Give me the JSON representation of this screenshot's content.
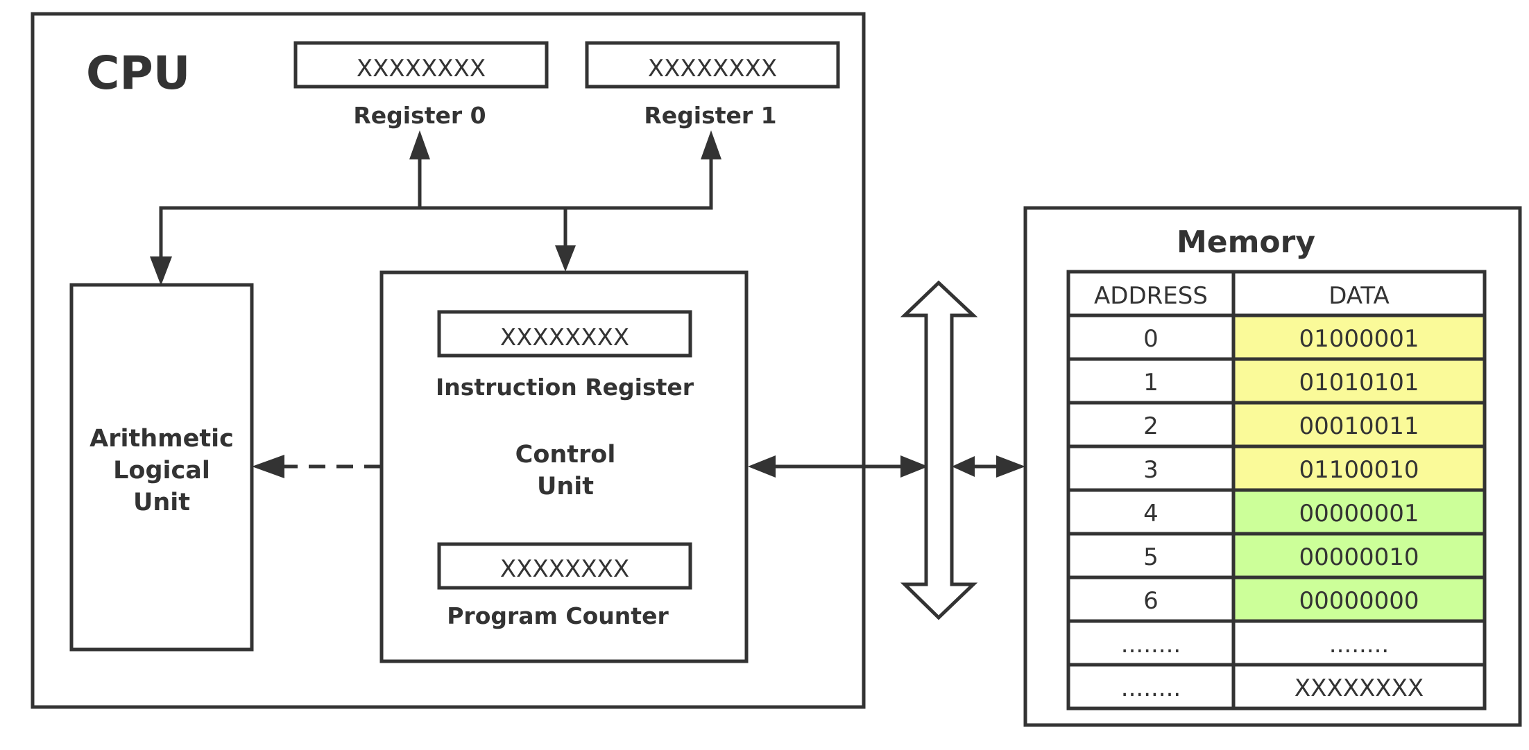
{
  "cpu": {
    "title": "CPU",
    "registers": [
      {
        "value": "XXXXXXXX",
        "label": "Register 0"
      },
      {
        "value": "XXXXXXXX",
        "label": "Register 1"
      }
    ],
    "alu": {
      "lines": [
        "Arithmetic",
        "Logical",
        "Unit"
      ]
    },
    "control_unit": {
      "instruction_register": {
        "value": "XXXXXXXX",
        "label": "Instruction Register"
      },
      "lines": [
        "Control",
        "Unit"
      ],
      "program_counter": {
        "value": "XXXXXXXX",
        "label": "Program Counter"
      }
    }
  },
  "memory": {
    "title": "Memory",
    "headers": {
      "address": "ADDRESS",
      "data": "DATA"
    },
    "rows": [
      {
        "address": "0",
        "data": "01000001",
        "kind": "instruction"
      },
      {
        "address": "1",
        "data": "01010101",
        "kind": "instruction"
      },
      {
        "address": "2",
        "data": "00010011",
        "kind": "instruction"
      },
      {
        "address": "3",
        "data": "01100010",
        "kind": "instruction"
      },
      {
        "address": "4",
        "data": "00000001",
        "kind": "data"
      },
      {
        "address": "5",
        "data": "00000010",
        "kind": "data"
      },
      {
        "address": "6",
        "data": "00000000",
        "kind": "data"
      },
      {
        "address": "........",
        "data": "........",
        "kind": "plain"
      },
      {
        "address": "........",
        "data": "XXXXXXXX",
        "kind": "plain"
      }
    ],
    "colors": {
      "instruction": "#fafa99",
      "data": "#ccff99",
      "plain": "#ffffff"
    }
  }
}
